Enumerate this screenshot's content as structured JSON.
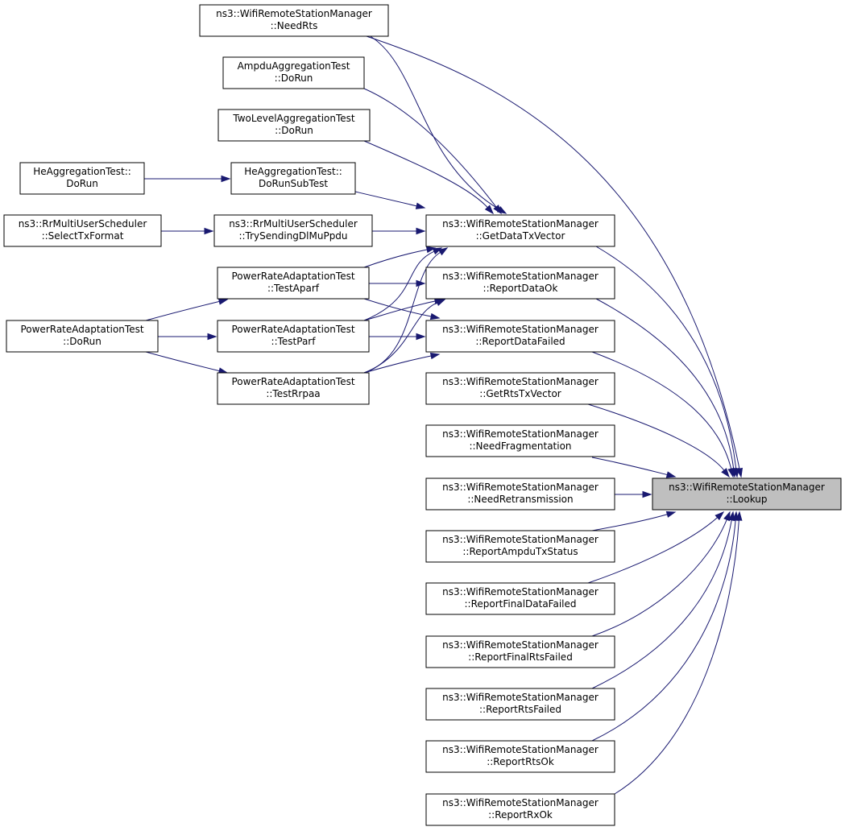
{
  "colors": {
    "edge": "#191970",
    "target_fill": "#bfbfbf",
    "node_fill": "#ffffff",
    "node_border": "#000000"
  },
  "nodes": {
    "lookup": {
      "lines": [
        "ns3::WifiRemoteStationManager",
        "::Lookup"
      ],
      "target": true
    },
    "needRts": {
      "lines": [
        "ns3::WifiRemoteStationManager",
        "::NeedRts"
      ]
    },
    "ampduDoRun": {
      "lines": [
        "AmpduAggregationTest",
        "::DoRun"
      ]
    },
    "twoLevelDoRun": {
      "lines": [
        "TwoLevelAggregationTest",
        "::DoRun"
      ]
    },
    "heDoRun": {
      "lines": [
        "HeAggregationTest::",
        "DoRun"
      ]
    },
    "heDoRunSubTest": {
      "lines": [
        "HeAggregationTest::",
        "DoRunSubTest"
      ]
    },
    "rrSelectTx": {
      "lines": [
        "ns3::RrMultiUserScheduler",
        "::SelectTxFormat"
      ]
    },
    "rrTrySending": {
      "lines": [
        "ns3::RrMultiUserScheduler",
        "::TrySendingDlMuPpdu"
      ]
    },
    "getDataTxVector": {
      "lines": [
        "ns3::WifiRemoteStationManager",
        "::GetDataTxVector"
      ]
    },
    "testAparf": {
      "lines": [
        "PowerRateAdaptationTest",
        "::TestAparf"
      ]
    },
    "reportDataOk": {
      "lines": [
        "ns3::WifiRemoteStationManager",
        "::ReportDataOk"
      ]
    },
    "praDoRun": {
      "lines": [
        "PowerRateAdaptationTest",
        "::DoRun"
      ]
    },
    "testParf": {
      "lines": [
        "PowerRateAdaptationTest",
        "::TestParf"
      ]
    },
    "reportDataFailed": {
      "lines": [
        "ns3::WifiRemoteStationManager",
        "::ReportDataFailed"
      ]
    },
    "testRrpaa": {
      "lines": [
        "PowerRateAdaptationTest",
        "::TestRrpaa"
      ]
    },
    "getRtsTxVector": {
      "lines": [
        "ns3::WifiRemoteStationManager",
        "::GetRtsTxVector"
      ]
    },
    "needFrag": {
      "lines": [
        "ns3::WifiRemoteStationManager",
        "::NeedFragmentation"
      ]
    },
    "needRetrans": {
      "lines": [
        "ns3::WifiRemoteStationManager",
        "::NeedRetransmission"
      ]
    },
    "reportAmpdu": {
      "lines": [
        "ns3::WifiRemoteStationManager",
        "::ReportAmpduTxStatus"
      ]
    },
    "reportFinalData": {
      "lines": [
        "ns3::WifiRemoteStationManager",
        "::ReportFinalDataFailed"
      ]
    },
    "reportFinalRts": {
      "lines": [
        "ns3::WifiRemoteStationManager",
        "::ReportFinalRtsFailed"
      ]
    },
    "reportRtsFailed": {
      "lines": [
        "ns3::WifiRemoteStationManager",
        "::ReportRtsFailed"
      ]
    },
    "reportRtsOk": {
      "lines": [
        "ns3::WifiRemoteStationManager",
        "::ReportRtsOk"
      ]
    },
    "reportRxOk": {
      "lines": [
        "ns3::WifiRemoteStationManager",
        "::ReportRxOk"
      ]
    }
  },
  "edges": [
    [
      "needRts",
      "lookup"
    ],
    [
      "getDataTxVector",
      "lookup"
    ],
    [
      "reportDataOk",
      "lookup"
    ],
    [
      "reportDataFailed",
      "lookup"
    ],
    [
      "getRtsTxVector",
      "lookup"
    ],
    [
      "needFrag",
      "lookup"
    ],
    [
      "needRetrans",
      "lookup"
    ],
    [
      "reportAmpdu",
      "lookup"
    ],
    [
      "reportFinalData",
      "lookup"
    ],
    [
      "reportFinalRts",
      "lookup"
    ],
    [
      "reportRtsFailed",
      "lookup"
    ],
    [
      "reportRtsOk",
      "lookup"
    ],
    [
      "reportRxOk",
      "lookup"
    ],
    [
      "needRts",
      "getDataTxVector"
    ],
    [
      "ampduDoRun",
      "getDataTxVector"
    ],
    [
      "twoLevelDoRun",
      "getDataTxVector"
    ],
    [
      "heDoRunSubTest",
      "getDataTxVector"
    ],
    [
      "rrTrySending",
      "getDataTxVector"
    ],
    [
      "testAparf",
      "getDataTxVector"
    ],
    [
      "testParf",
      "getDataTxVector"
    ],
    [
      "testRrpaa",
      "getDataTxVector"
    ],
    [
      "heDoRun",
      "heDoRunSubTest"
    ],
    [
      "rrSelectTx",
      "rrTrySending"
    ],
    [
      "praDoRun",
      "testAparf"
    ],
    [
      "praDoRun",
      "testParf"
    ],
    [
      "praDoRun",
      "testRrpaa"
    ],
    [
      "testAparf",
      "reportDataOk"
    ],
    [
      "testParf",
      "reportDataOk"
    ],
    [
      "testRrpaa",
      "reportDataOk"
    ],
    [
      "testAparf",
      "reportDataFailed"
    ],
    [
      "testParf",
      "reportDataFailed"
    ],
    [
      "testRrpaa",
      "reportDataFailed"
    ]
  ]
}
